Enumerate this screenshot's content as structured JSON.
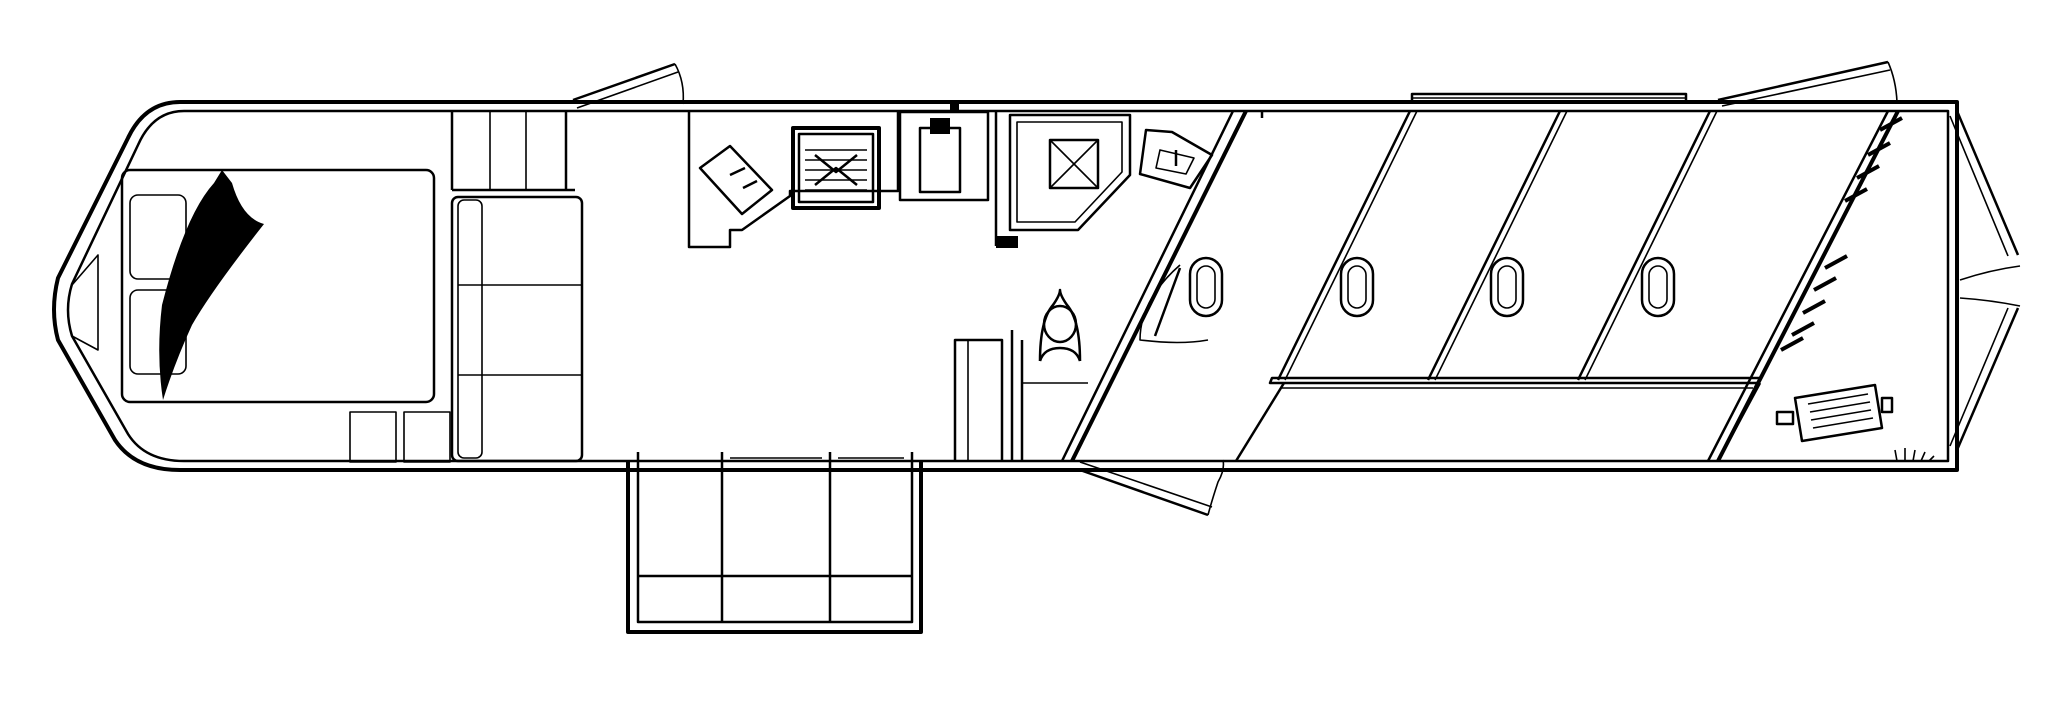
{
  "diagram": {
    "kind": "floor-plan",
    "subject": "living-quarters-horse-trailer",
    "text_labels": [],
    "rooms": [
      "bedroom",
      "steps",
      "sofa",
      "kitchen",
      "bathroom",
      "slide-out",
      "entry-door",
      "tack-wall",
      "horse-area",
      "rear-doors"
    ],
    "fixtures": [
      "bed",
      "pillows",
      "bedspread",
      "sink",
      "stove",
      "refrigerator",
      "shower",
      "vanity-sink",
      "toilet",
      "closet",
      "stall-dividers",
      "stall-windows",
      "saddle-racks",
      "water-heater"
    ],
    "stall_count": 4,
    "colors": {
      "line": "#000000",
      "background": "#ffffff"
    }
  }
}
